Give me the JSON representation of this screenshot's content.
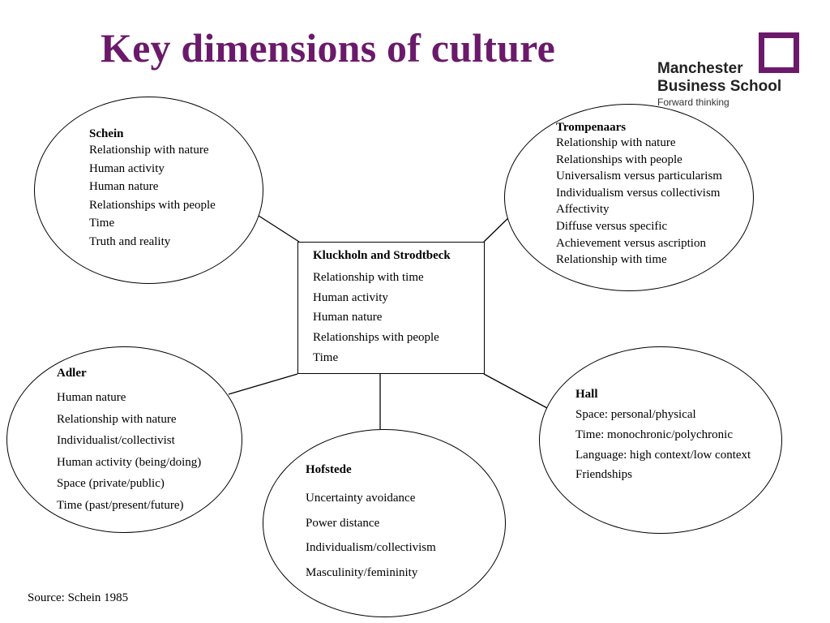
{
  "slide": {
    "title": "Key dimensions of culture",
    "source": "Source:  Schein 1985"
  },
  "logo": {
    "line1": "Manchester",
    "line2": "Business School",
    "tagline": "Forward thinking",
    "color": "#6b1a6b"
  },
  "nodes": {
    "schein": {
      "title": "Schein",
      "items": [
        "Relationship with nature",
        "Human activity",
        "Human nature",
        "Relationships with people",
        "Time",
        "Truth and reality"
      ]
    },
    "trompenaars": {
      "title": "Trompenaars",
      "items": [
        "Relationship with nature",
        "Relationships with people",
        "Universalism versus particularism",
        "Individualism versus collectivism",
        "Affectivity",
        "Diffuse versus specific",
        "Achievement versus ascription",
        "Relationship with time"
      ]
    },
    "kluckholn": {
      "title": "Kluckholn and Strodtbeck",
      "items": [
        "Relationship with time",
        "Human activity",
        "Human nature",
        "Relationships with people",
        "Time"
      ]
    },
    "adler": {
      "title": "Adler",
      "items": [
        "Human nature",
        "Relationship with nature",
        "Individualist/collectivist",
        "Human activity (being/doing)",
        "Space (private/public)",
        "Time (past/present/future)"
      ]
    },
    "hall": {
      "title": "Hall",
      "items": [
        "Space:  personal/physical",
        "Time:  monochronic/polychronic",
        "Language: high context/low context",
        "Friendships"
      ]
    },
    "hofstede": {
      "title": "Hofstede",
      "items": [
        "Uncertainty avoidance",
        "Power distance",
        "Individualism/collectivism",
        "Masculinity/femininity"
      ]
    }
  },
  "colors": {
    "title": "#6b1a6b",
    "stroke": "#000000"
  }
}
